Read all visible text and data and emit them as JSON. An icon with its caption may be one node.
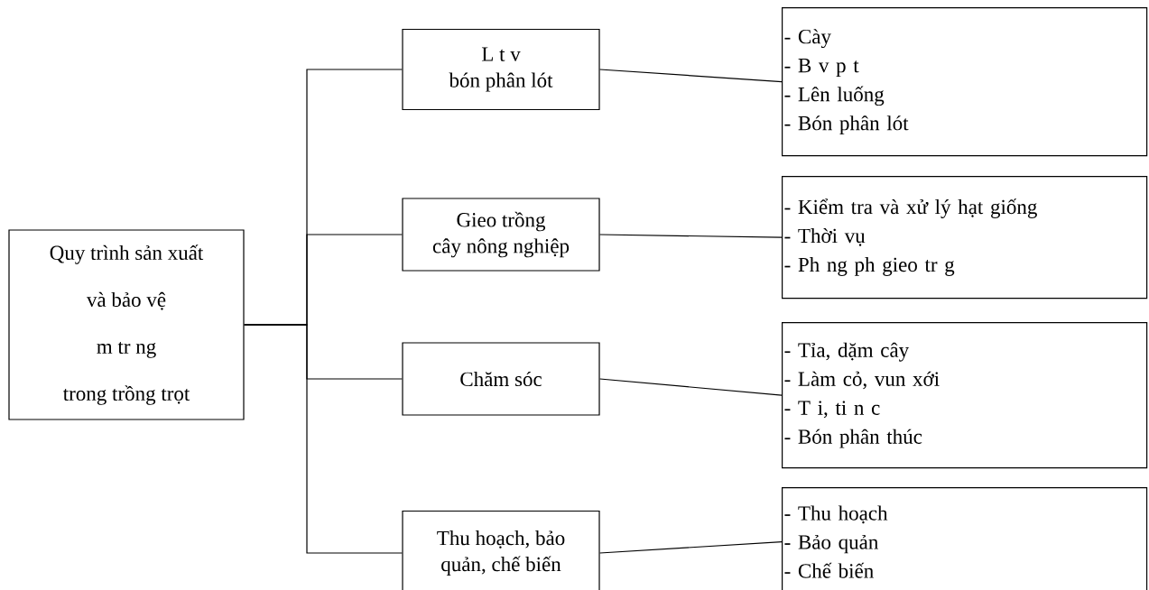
{
  "diagram": {
    "nodes": [
      {
        "text": [
          "Quy trình sản xuất",
          "và bảo vệ",
          "m tr ng",
          "trong trồng trọt"
        ]
      },
      {
        "text": [
          "L t v",
          "bón phân lót"
        ]
      },
      {
        "text": [
          "Gieo trồng",
          "cây nông nghiệp"
        ]
      },
      {
        "text": [
          "Chăm sóc"
        ]
      },
      {
        "text": [
          "Thu hoạch, bảo",
          "quản, chế biến"
        ]
      },
      {
        "text": [
          "- Cày",
          "- B v p t",
          "- Lên luống",
          "- Bón phân lót"
        ]
      },
      {
        "text": [
          "- Kiểm tra và xử lý hạt giống",
          "- Thời vụ",
          "- Ph ng ph gieo tr g"
        ]
      },
      {
        "text": [
          "- Tỉa, dặm cây",
          "- Làm cỏ, vun xới",
          "- T i, ti n c",
          "- Bón phân thúc"
        ]
      },
      {
        "text": [
          "- Thu hoạch",
          "- Bảo quản",
          "- Chế biến"
        ]
      }
    ],
    "edges": [
      {
        "from": 0,
        "to": 1,
        "arrow": "none"
      },
      {
        "from": 0,
        "to": 2,
        "arrow": "none"
      },
      {
        "from": 0,
        "to": 3,
        "arrow": "none"
      },
      {
        "from": 0,
        "to": 4,
        "arrow": "none"
      },
      {
        "from": 1,
        "to": 5,
        "arrow": "none"
      },
      {
        "from": 2,
        "to": 6,
        "arrow": "none"
      },
      {
        "from": 3,
        "to": 7,
        "arrow": "none"
      },
      {
        "from": 4,
        "to": 8,
        "arrow": "none"
      }
    ]
  }
}
